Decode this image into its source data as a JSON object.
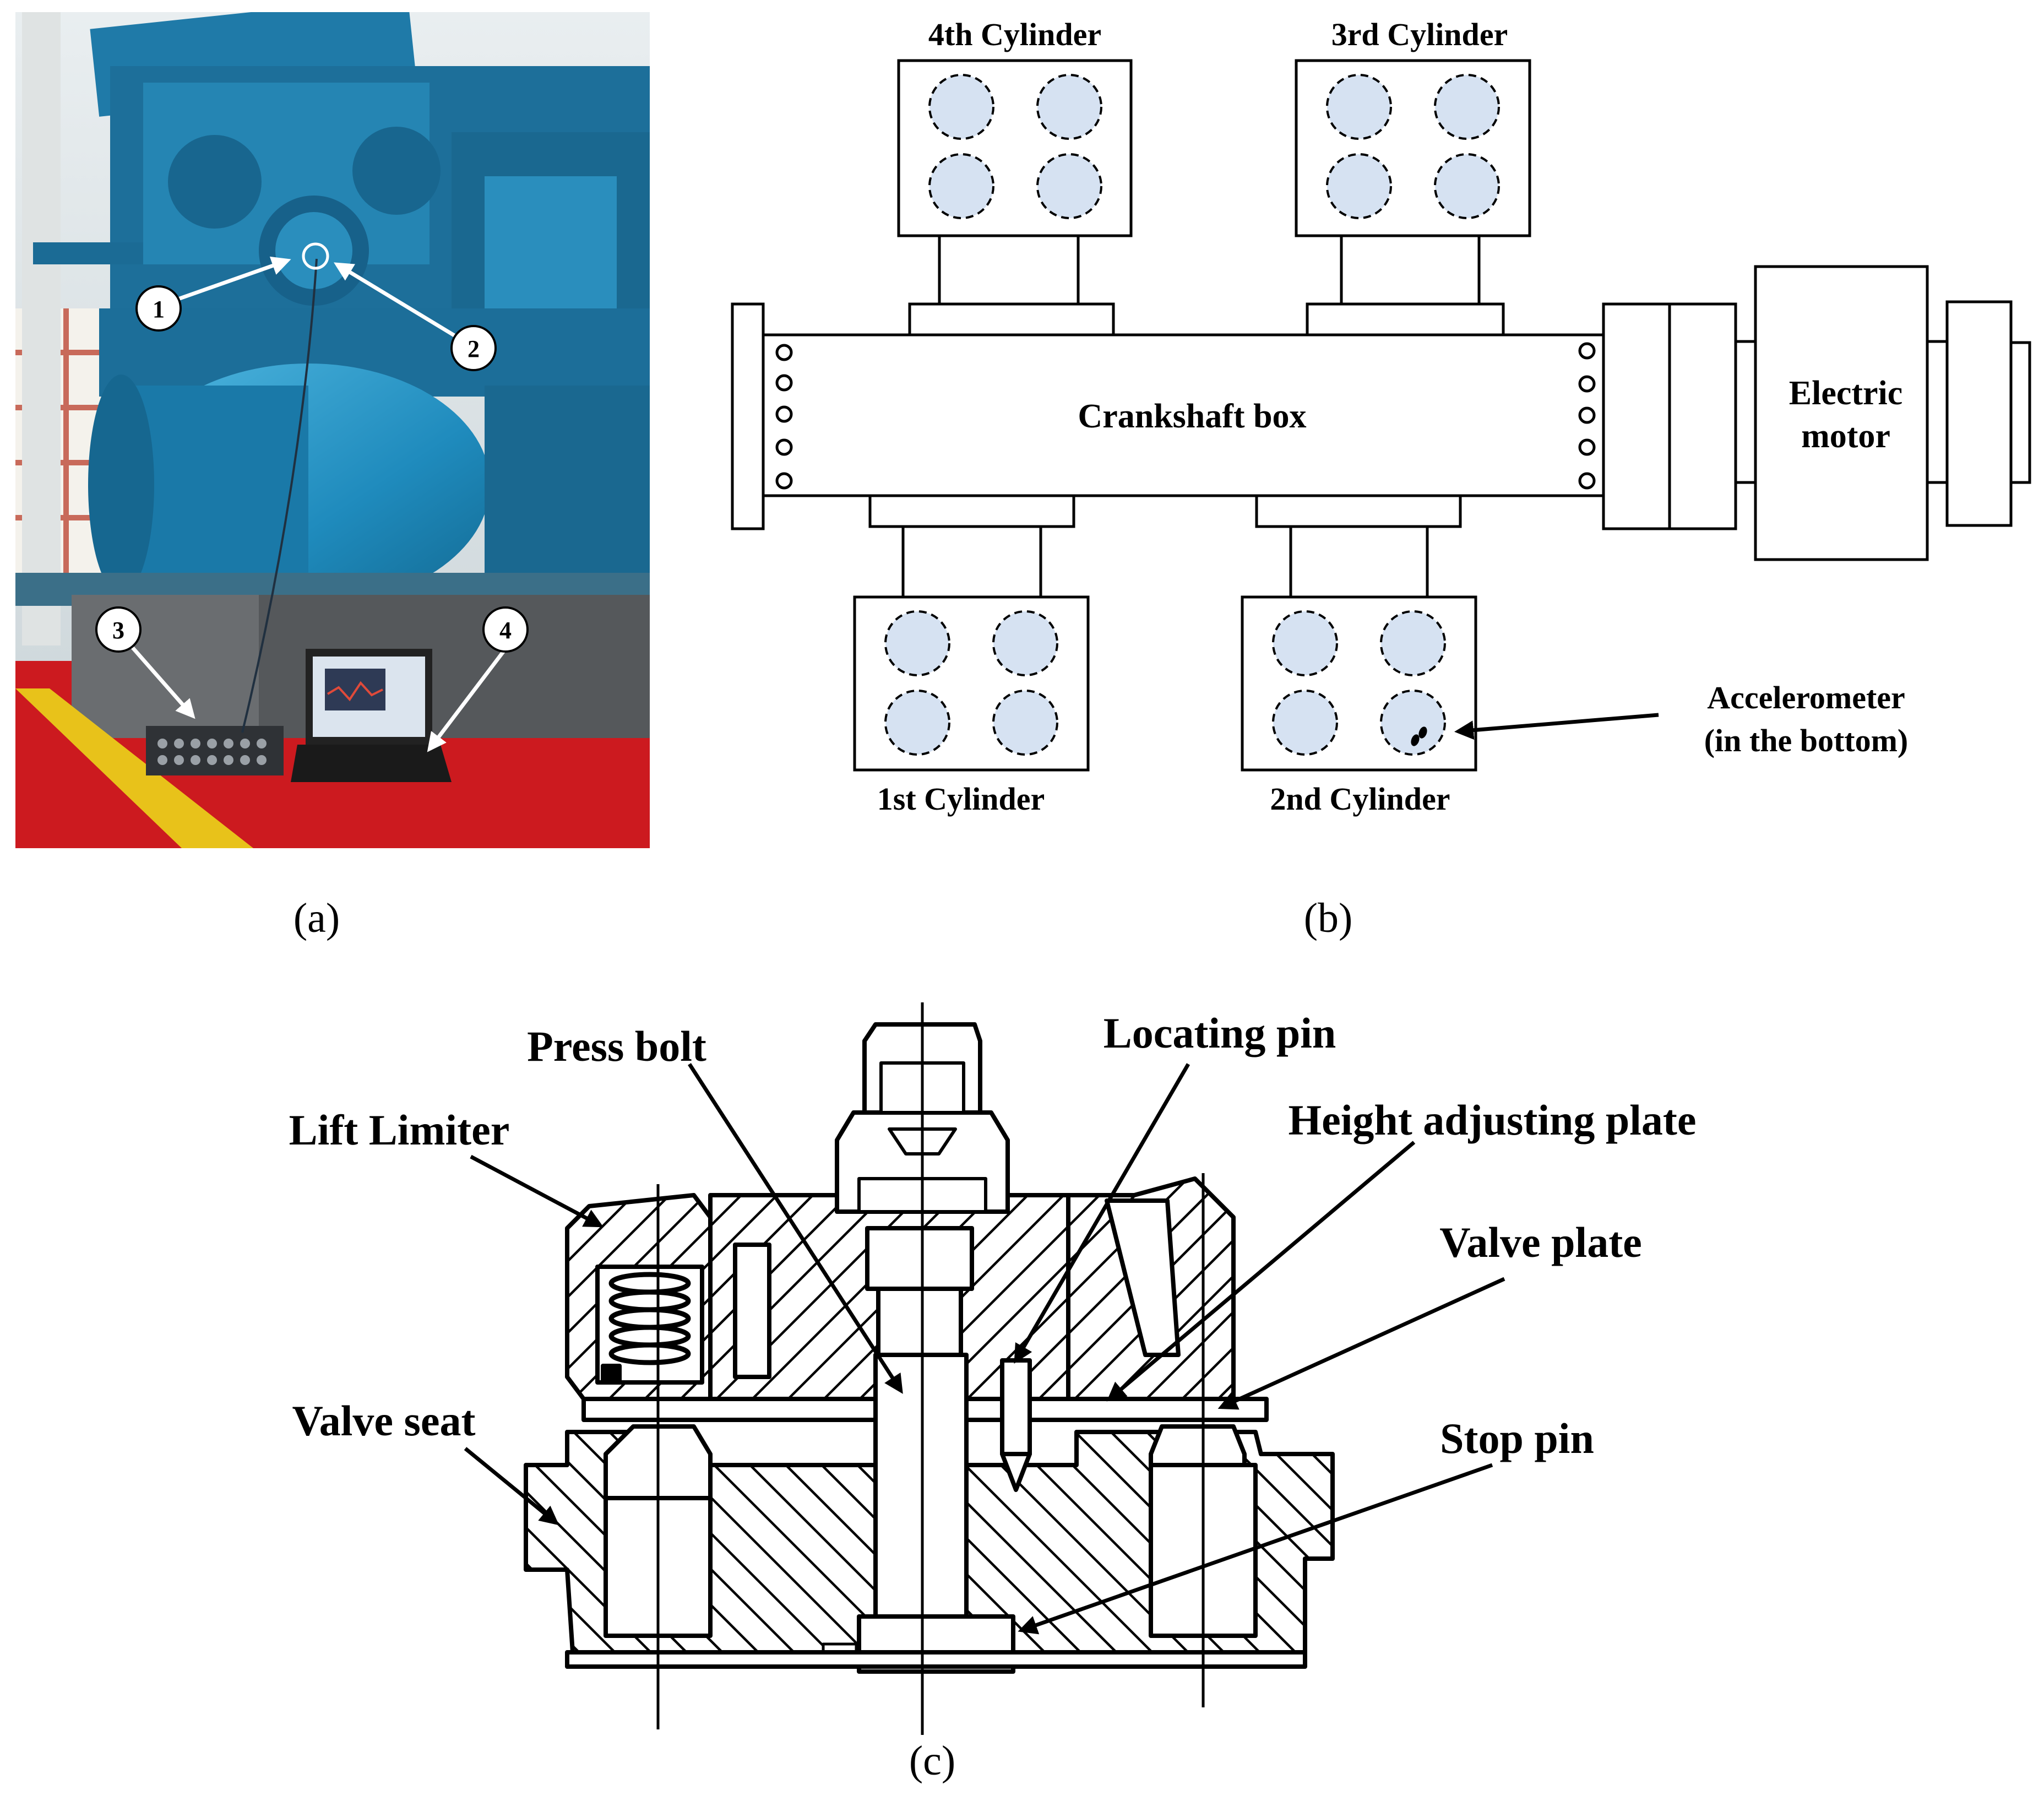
{
  "panel_a": {
    "markers": [
      "1",
      "2",
      "3",
      "4"
    ],
    "caption": "(a)"
  },
  "panel_b": {
    "cylinders": {
      "c4": "4th Cylinder",
      "c3": "3rd Cylinder",
      "c1": "1st Cylinder",
      "c2": "2nd Cylinder"
    },
    "crankshaft": "Crankshaft box",
    "motor_line1": "Electric",
    "motor_line2": "motor",
    "accel_line1": "Accelerometer",
    "accel_line2": "(in the bottom)",
    "caption": "(b)",
    "colors": {
      "valve_fill": "#d6e2f2"
    }
  },
  "panel_c": {
    "labels": {
      "press_bolt": "Press bolt",
      "locating_pin": "Locating pin",
      "lift_limiter": "Lift Limiter",
      "height_plate": "Height adjusting plate",
      "valve_plate": "Valve plate",
      "valve_seat": "Valve seat",
      "stop_pin": "Stop pin"
    },
    "caption": "(c)"
  },
  "colors": {
    "machine_blue": "#1d6f9a",
    "floor_red": "#cc1a1f",
    "floor_stripe": "#e8c21a"
  }
}
